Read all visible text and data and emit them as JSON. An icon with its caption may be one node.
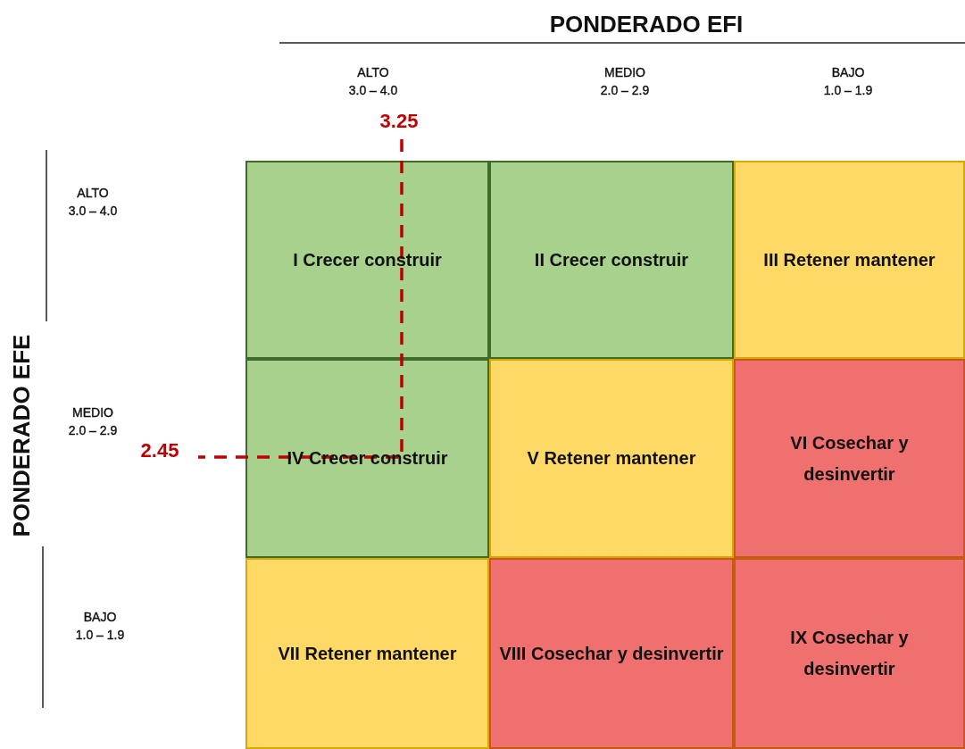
{
  "diagram": {
    "title": "PONDERADO EFI",
    "nodes": [
      {
        "text": [
          "I Crecer construir"
        ]
      },
      {
        "text": [
          "II Crecer construir"
        ]
      },
      {
        "text": [
          "III Retener mantener"
        ]
      },
      {
        "text": [
          "IV Crecer construir"
        ]
      },
      {
        "text": [
          "V Retener mantener"
        ]
      },
      {
        "text": [
          "VI Cosechar y desinvertir"
        ]
      },
      {
        "text": [
          "VII Retener mantener"
        ]
      },
      {
        "text": [
          "VIII Cosechar y desinvertir"
        ]
      },
      {
        "text": [
          "IX Cosechar y desinvertir"
        ]
      }
    ],
    "edges": [],
    "labels": [
      "ALTO",
      "3.0 – 4.0",
      "MEDIO",
      "2.0 – 2.9",
      "BAJO",
      "1.0 – 1.9",
      "3.25",
      "ALTO",
      "3.0 – 4.0",
      "PONDERADO EFE",
      "MEDIO",
      "2.0 – 2.9",
      "2.45",
      "BAJO",
      "1.0 – 1.9"
    ]
  }
}
